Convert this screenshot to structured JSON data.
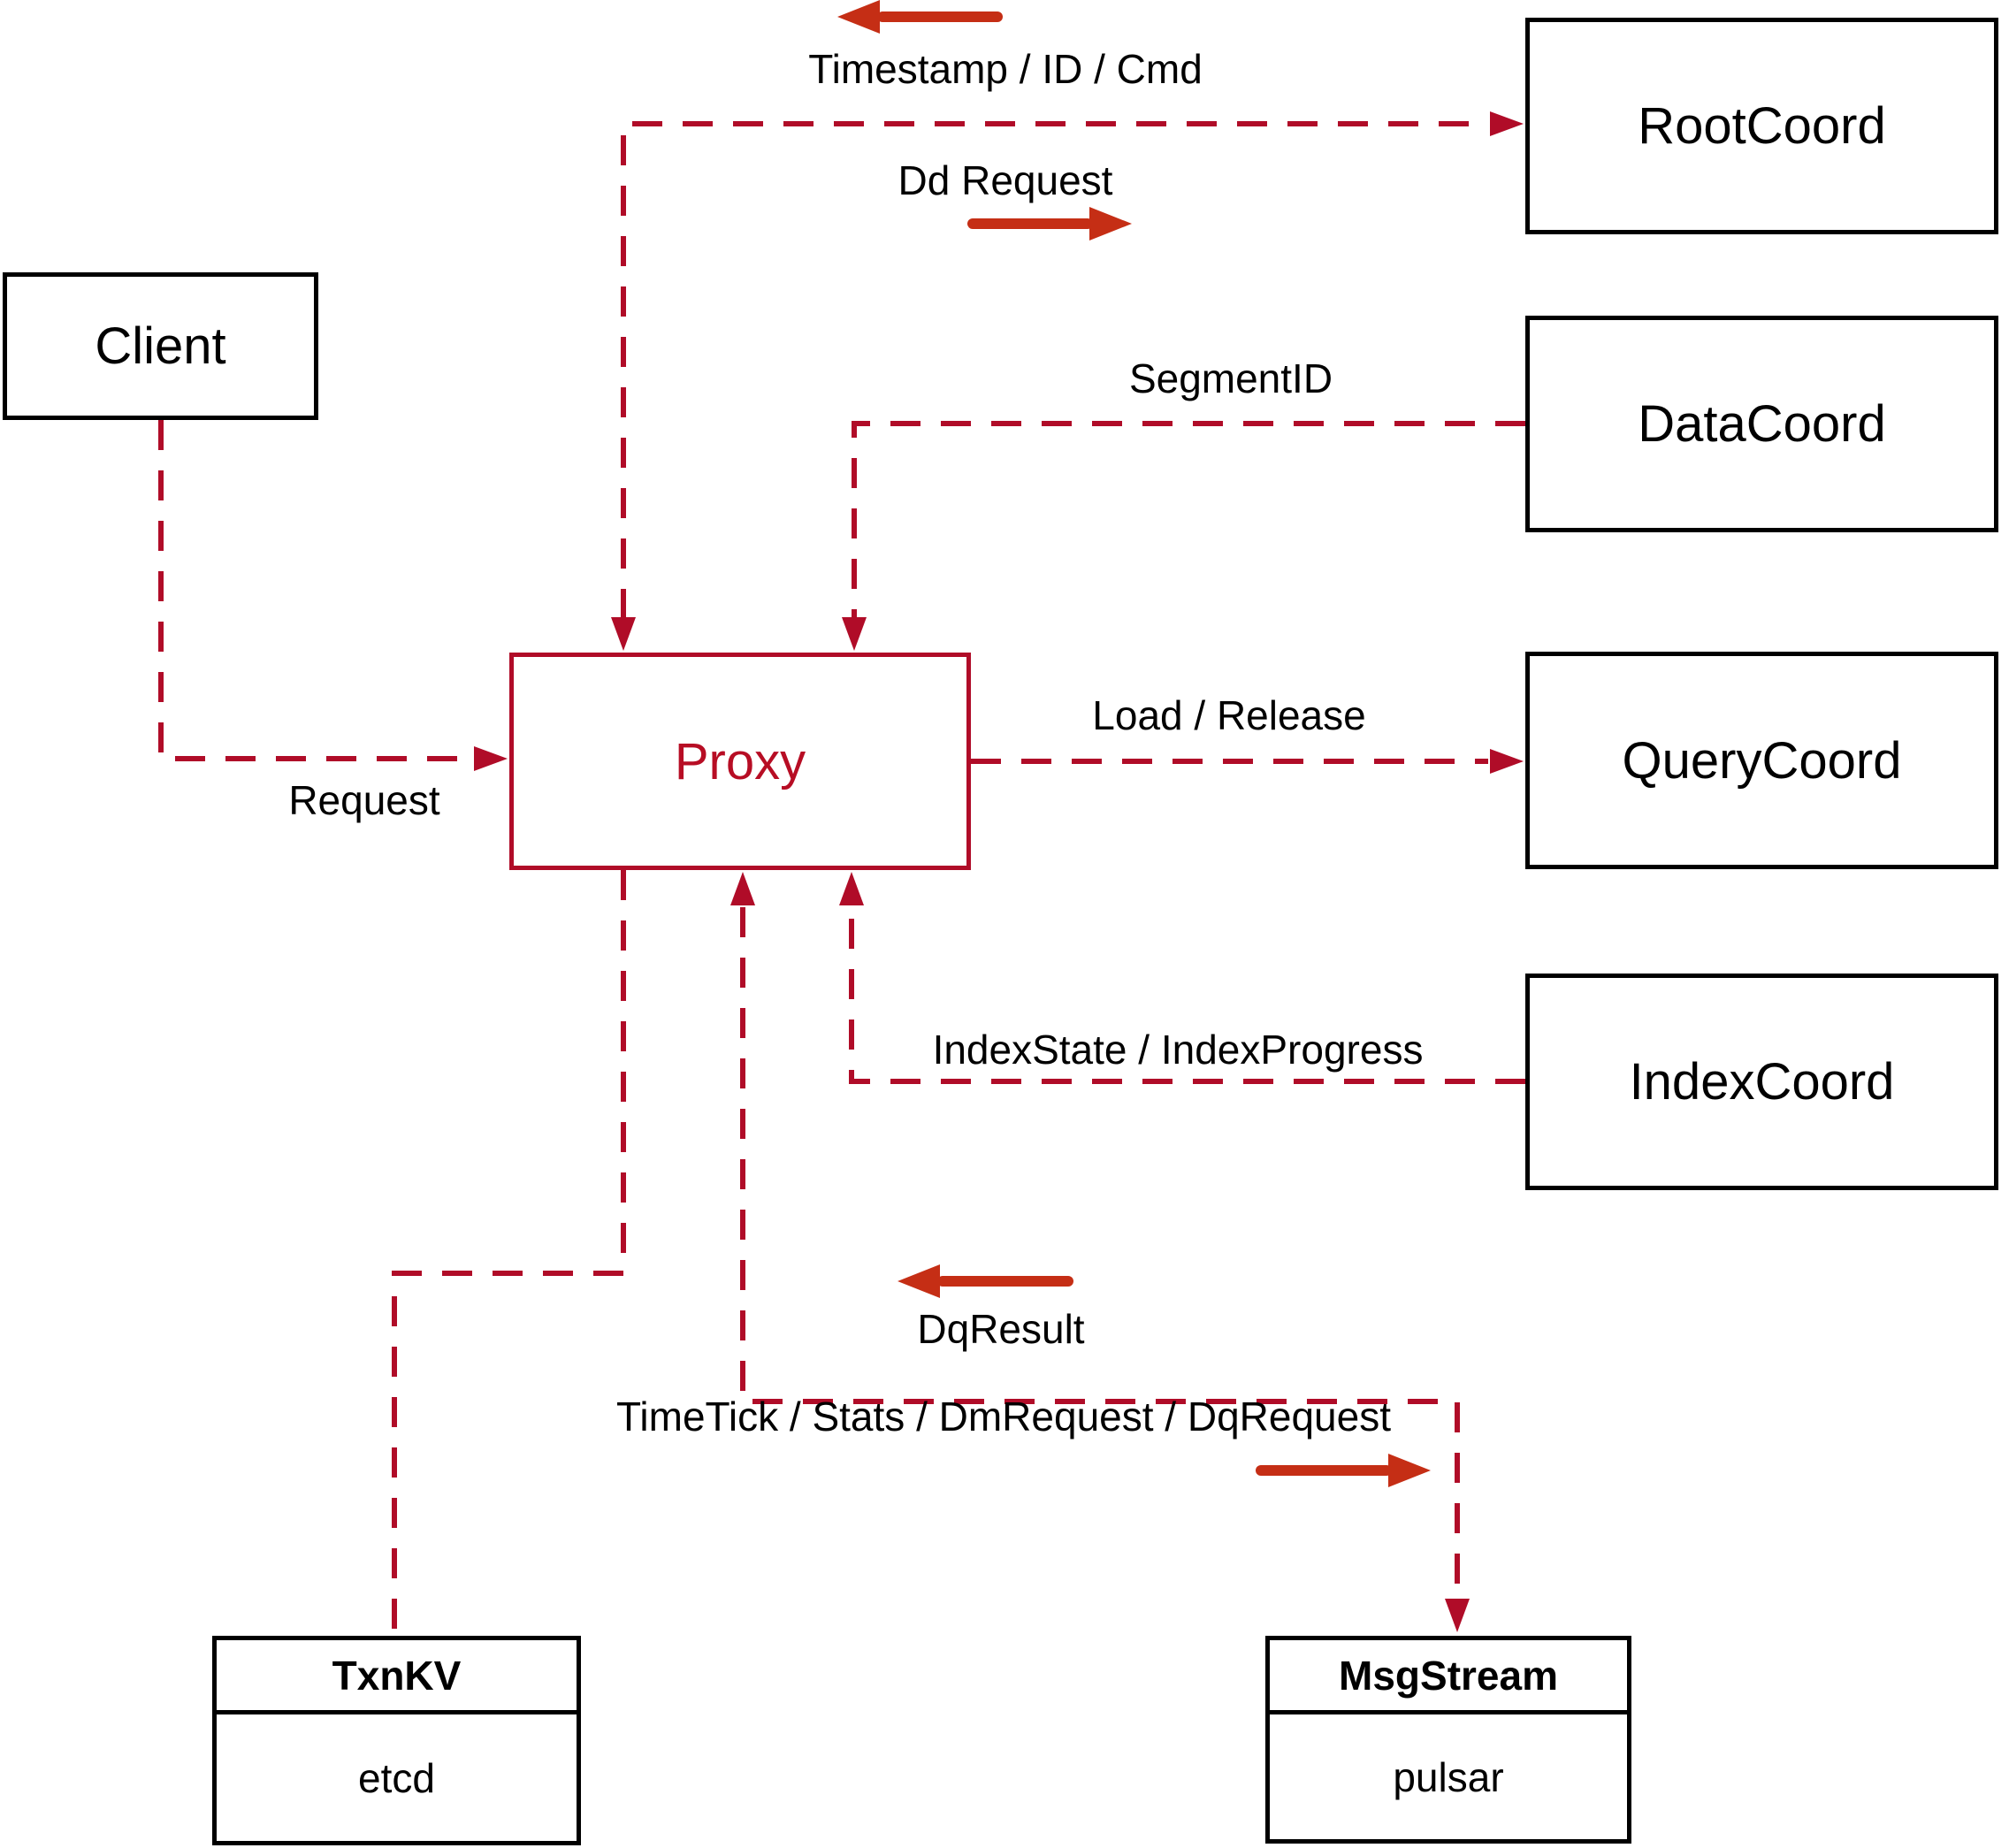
{
  "diagram": {
    "nodes": {
      "client": {
        "label": "Client"
      },
      "proxy": {
        "label": "Proxy"
      },
      "root_coord": {
        "label": "RootCoord"
      },
      "data_coord": {
        "label": "DataCoord"
      },
      "query_coord": {
        "label": "QueryCoord"
      },
      "index_coord": {
        "label": "IndexCoord"
      },
      "txn_kv": {
        "title": "TxnKV",
        "impl": "etcd"
      },
      "msg_stream": {
        "title": "MsgStream",
        "impl": "pulsar"
      }
    },
    "edge_labels": {
      "timestamp_id_cmd": "Timestamp / ID / Cmd",
      "dd_request": "Dd Request",
      "segment_id": "SegmentID",
      "load_release": "Load / Release",
      "request": "Request",
      "index_state": "IndexState / IndexProgress",
      "dq_result": "DqResult",
      "time_tick": "TimeTick / Stats / DmRequest / DqRequest"
    },
    "colors": {
      "dashed_connector": "#B00C28",
      "solid_arrow": "#C52E15",
      "node_border": "#000000",
      "proxy_accent": "#B70D24",
      "label_text": "#000000"
    }
  }
}
